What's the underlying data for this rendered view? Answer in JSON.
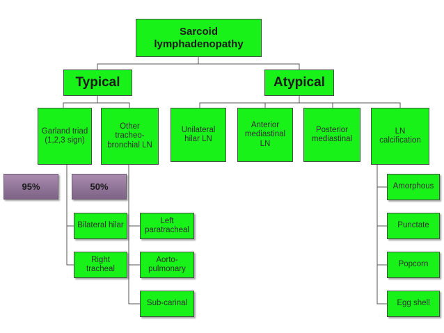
{
  "diagram": {
    "root": "Sarcoid\nlymphadenopathy",
    "typical": {
      "label": "Typical",
      "garland": "Garland triad\n(1,2,3 sign)",
      "other": "Other\ntracheo-\nbronchial LN",
      "garland_percent": "95%",
      "other_percent": "50%",
      "garland_children": [
        "Bilateral hilar",
        "Right\ntracheal"
      ],
      "other_children": [
        "Left\nparatracheal",
        "Aorto-\npulmonary",
        "Sub-carinal"
      ]
    },
    "atypical": {
      "label": "Atypical",
      "children": [
        "Unilateral\nhilar LN",
        "Anterior\nmediastinal\nLN",
        "Posterior\nmediastinal",
        "LN\ncalcification"
      ],
      "calcification_types": [
        "Amorphous",
        "Punctate",
        "Popcorn",
        "Egg shell"
      ]
    },
    "colors": {
      "node_fill": "#19f219",
      "percent_fill": "#8e7596",
      "line": "#555555"
    }
  }
}
